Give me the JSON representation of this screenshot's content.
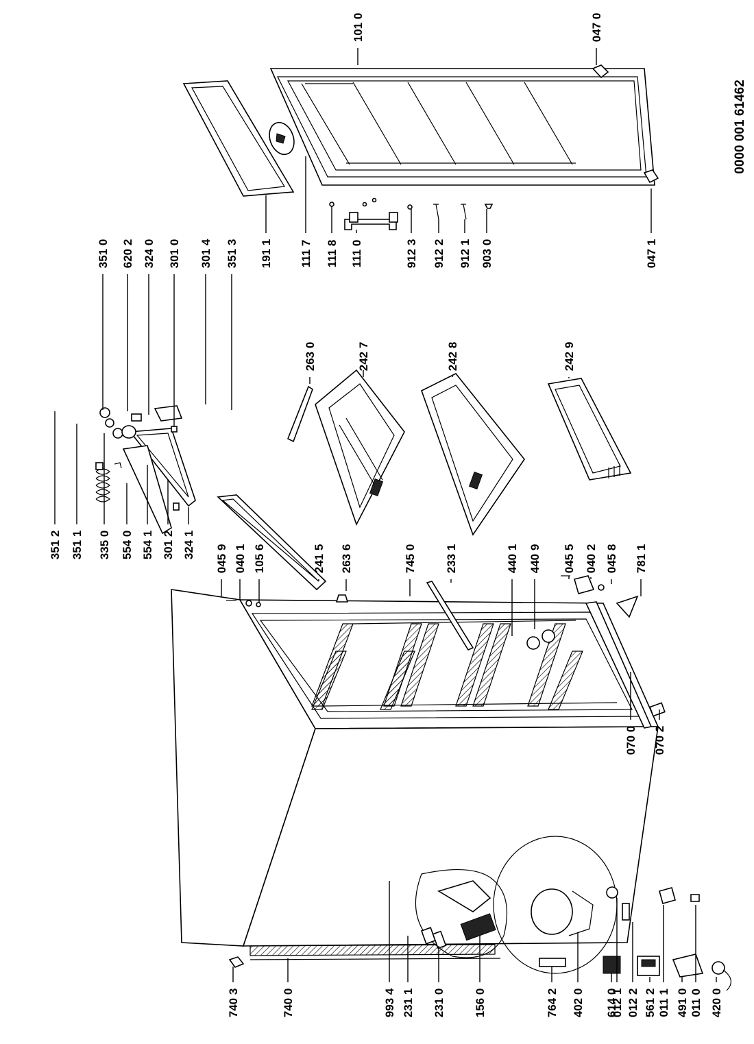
{
  "serial": "0000 001 61462",
  "labels": [
    {
      "id": "101_0",
      "text": "101 0"
    },
    {
      "id": "047_0",
      "text": "047 0"
    },
    {
      "id": "047_1",
      "text": "047 1"
    },
    {
      "id": "191_1",
      "text": "191 1"
    },
    {
      "id": "111_7",
      "text": "111 7"
    },
    {
      "id": "111_8",
      "text": "111 8"
    },
    {
      "id": "111_0",
      "text": "111 0"
    },
    {
      "id": "912_3",
      "text": "912 3"
    },
    {
      "id": "912_2",
      "text": "912 2"
    },
    {
      "id": "912_1",
      "text": "912 1"
    },
    {
      "id": "903_0",
      "text": "903 0"
    },
    {
      "id": "351_0",
      "text": "351 0"
    },
    {
      "id": "620_2",
      "text": "620 2"
    },
    {
      "id": "324_0",
      "text": "324 0"
    },
    {
      "id": "301_0",
      "text": "301 0"
    },
    {
      "id": "301_4",
      "text": "301 4"
    },
    {
      "id": "351_3",
      "text": "351 3"
    },
    {
      "id": "263_0",
      "text": "263 0"
    },
    {
      "id": "242_7",
      "text": "242 7"
    },
    {
      "id": "242_8",
      "text": "242 8"
    },
    {
      "id": "242_9",
      "text": "242 9"
    },
    {
      "id": "351_2",
      "text": "351 2"
    },
    {
      "id": "351_1",
      "text": "351 1"
    },
    {
      "id": "335_0",
      "text": "335 0"
    },
    {
      "id": "554_0",
      "text": "554 0"
    },
    {
      "id": "554_1",
      "text": "554 1"
    },
    {
      "id": "301_2",
      "text": "301 2"
    },
    {
      "id": "324_1",
      "text": "324 1"
    },
    {
      "id": "045_9",
      "text": "045 9"
    },
    {
      "id": "040_1",
      "text": "040 1"
    },
    {
      "id": "105_6",
      "text": "105 6"
    },
    {
      "id": "241_5",
      "text": "241 5"
    },
    {
      "id": "263_6",
      "text": "263 6"
    },
    {
      "id": "745_0",
      "text": "745 0"
    },
    {
      "id": "233_1",
      "text": "233 1"
    },
    {
      "id": "440_1",
      "text": "440 1"
    },
    {
      "id": "440_9",
      "text": "440 9"
    },
    {
      "id": "045_5",
      "text": "045 5"
    },
    {
      "id": "040_2",
      "text": "040 2"
    },
    {
      "id": "045_8",
      "text": "045 8"
    },
    {
      "id": "781_1",
      "text": "781 1"
    },
    {
      "id": "070_0",
      "text": "070 0"
    },
    {
      "id": "070_2",
      "text": "070 2"
    },
    {
      "id": "012_1",
      "text": "012 1"
    },
    {
      "id": "012_2",
      "text": "012 2"
    },
    {
      "id": "011_1",
      "text": "011 1"
    },
    {
      "id": "011_0",
      "text": "011 0"
    },
    {
      "id": "740_3",
      "text": "740 3"
    },
    {
      "id": "740_0",
      "text": "740 0"
    },
    {
      "id": "993_4",
      "text": "993 4"
    },
    {
      "id": "231_1",
      "text": "231 1"
    },
    {
      "id": "231_0",
      "text": "231 0"
    },
    {
      "id": "156_0",
      "text": "156 0"
    },
    {
      "id": "764_2",
      "text": "764 2"
    },
    {
      "id": "402_0",
      "text": "402 0"
    },
    {
      "id": "614_0",
      "text": "614 0"
    },
    {
      "id": "561_2",
      "text": "561 2"
    },
    {
      "id": "491_0",
      "text": "491 0"
    },
    {
      "id": "420_0",
      "text": "420 0"
    }
  ]
}
